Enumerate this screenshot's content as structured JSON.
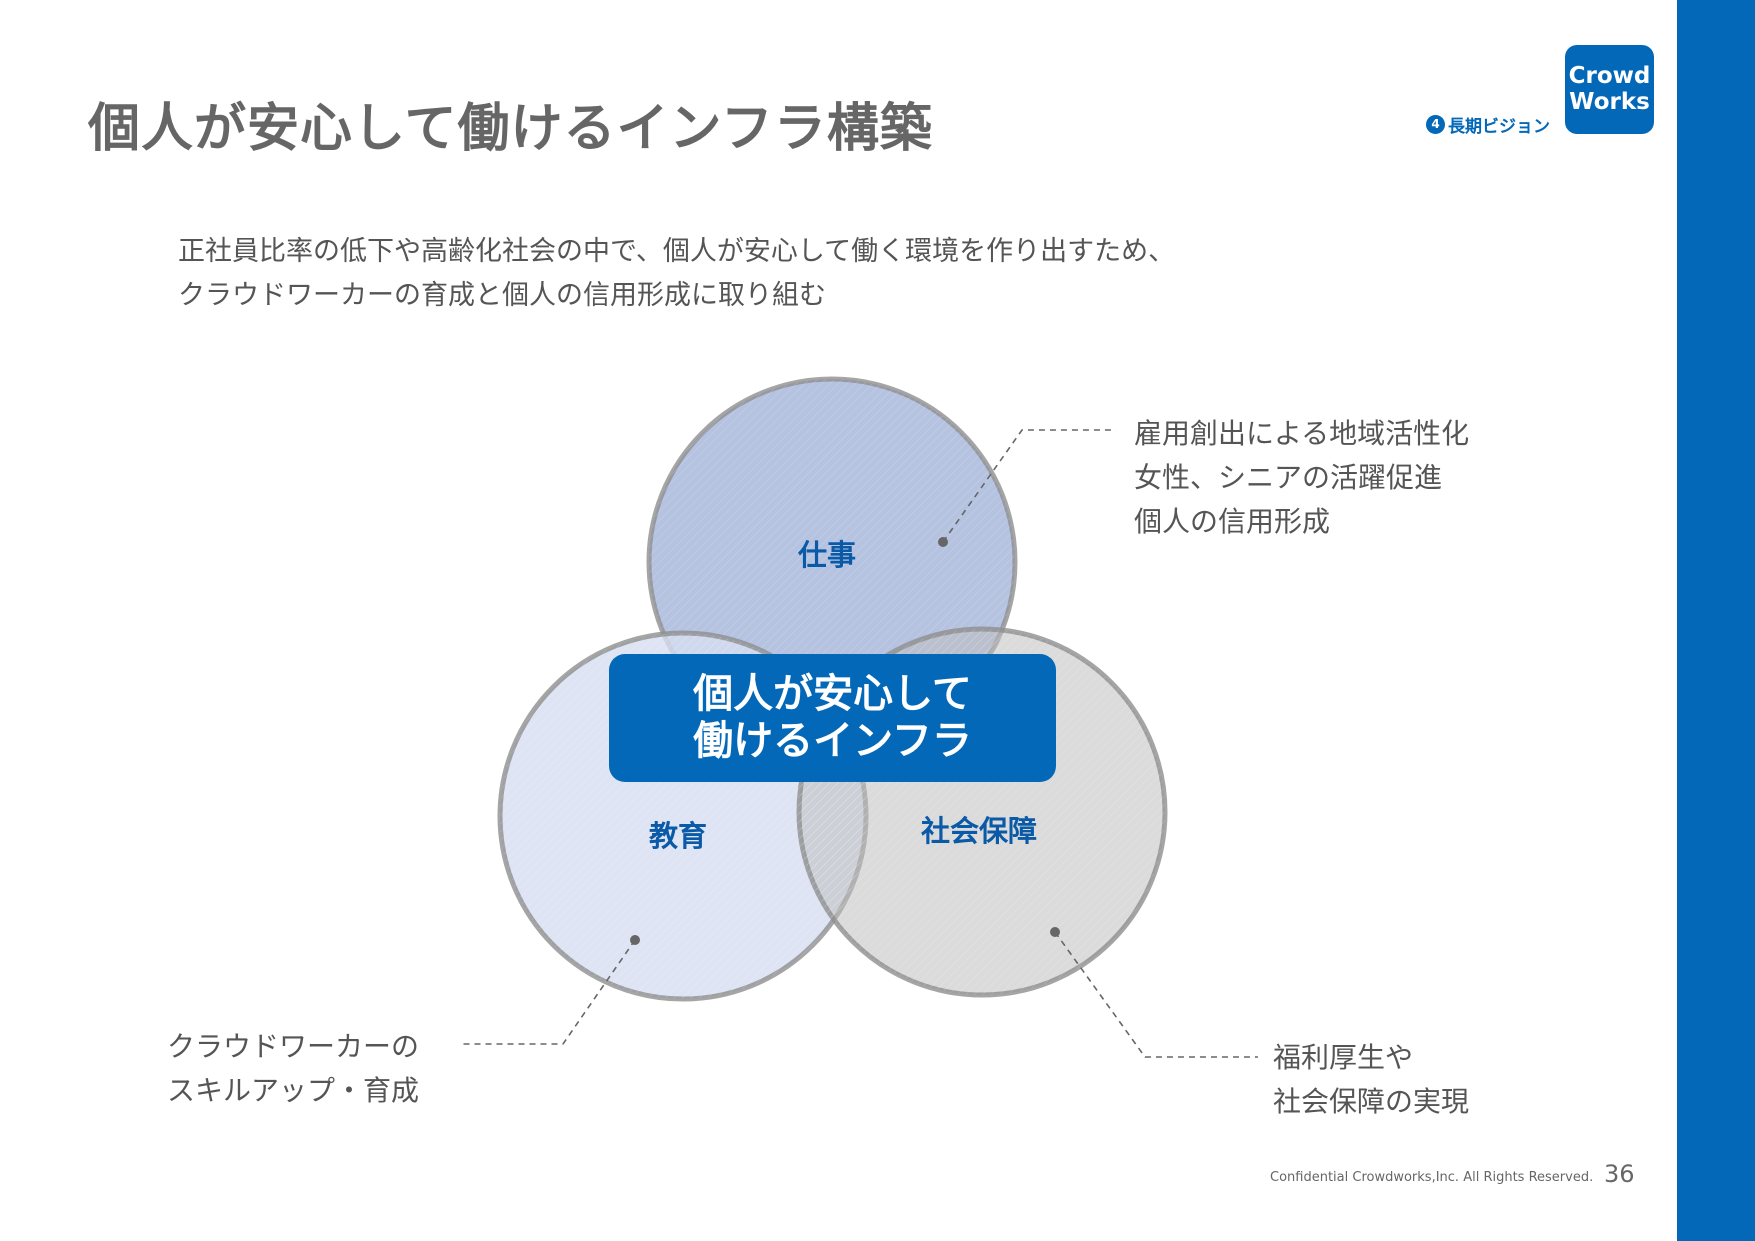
{
  "header": {
    "title": "個人が安心して働けるインフラ構築",
    "section_number": "4",
    "section_label": "長期ビジョン",
    "logo_line1": "Crowd",
    "logo_line2": "Works"
  },
  "lead": {
    "line1": "正社員比率の低下や高齢化社会の中で、個人が安心して働く環境を作り出すため、",
    "line2": "クラウドワーカーの育成と個人の信用形成に取り組む"
  },
  "diagram": {
    "circles": [
      {
        "label": "仕事",
        "color": "#a8b9dc"
      },
      {
        "label": "教育",
        "color": "#d6ddf0"
      },
      {
        "label": "社会保障",
        "color": "#c8c8c8"
      }
    ],
    "center": {
      "line1": "個人が安心して",
      "line2": "働けるインフラ"
    },
    "notes": {
      "work": [
        "雇用創出による地域活性化",
        "女性、シニアの活躍促進",
        "個人の信用形成"
      ],
      "education": [
        "クラウドワーカーの",
        "スキルアップ・育成"
      ],
      "social": [
        "福利厚生や",
        "社会保障の実現"
      ]
    }
  },
  "footer": {
    "confidential": "Confidential Crowdworks,Inc. All Rights Reserved.",
    "page": "36"
  },
  "colors": {
    "brand": "#0468b8"
  }
}
